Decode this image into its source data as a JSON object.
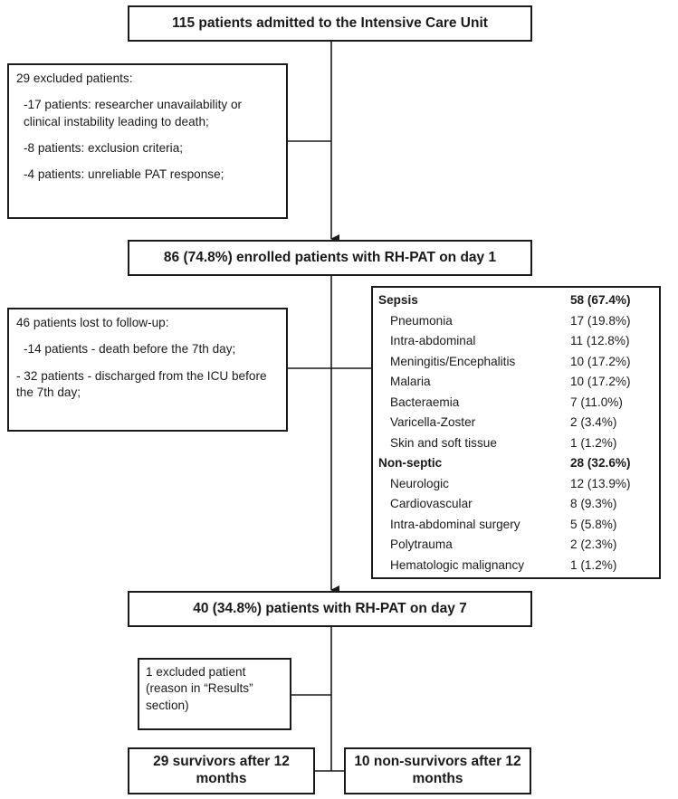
{
  "boxes": {
    "admitted": "115 patients admitted to the Intensive Care Unit",
    "enrolled": "86 (74.8%) enrolled patients with RH-PAT on day 1",
    "day7": "40 (34.8%) patients with RH-PAT on day 7",
    "survivors": "29 survivors after 12 months",
    "non_survivors": "10 non-survivors after 12 months"
  },
  "excluded_initial": {
    "title": "29 excluded patients:",
    "items": [
      "-17 patients: researcher unavailability or clinical instability leading to death;",
      "-8 patients: exclusion criteria;",
      "-4 patients: unreliable PAT response;"
    ]
  },
  "lost_followup": {
    "title": "46 patients lost to follow-up:",
    "items": [
      "-14 patients - death before the 7th day;",
      "- 32 patients - discharged from the ICU before the 7th day;"
    ]
  },
  "excluded_day7": {
    "text": "1 excluded patient (reason in “Results” section)"
  },
  "diagnosis_table": {
    "groups": [
      {
        "label": "Sepsis",
        "value": "58 (67.4%)",
        "items": [
          {
            "label": "Pneumonia",
            "value": "17 (19.8%)"
          },
          {
            "label": "Intra-abdominal",
            "value": "11 (12.8%)"
          },
          {
            "label": "Meningitis/Encephalitis",
            "value": "10 (17.2%)"
          },
          {
            "label": "Malaria",
            "value": "10 (17.2%)"
          },
          {
            "label": "Bacteraemia",
            "value": "7 (11.0%)"
          },
          {
            "label": "Varicella-Zoster",
            "value": "2 (3.4%)"
          },
          {
            "label": "Skin and soft tissue",
            "value": "1 (1.2%)"
          }
        ]
      },
      {
        "label": "Non-septic",
        "value": "28 (32.6%)",
        "items": [
          {
            "label": "Neurologic",
            "value": "12 (13.9%)"
          },
          {
            "label": "Cardiovascular",
            "value": "8 (9.3%)"
          },
          {
            "label": "Intra-abdominal surgery",
            "value": "5 (5.8%)"
          },
          {
            "label": "Polytrauma",
            "value": "2 (2.3%)"
          },
          {
            "label": "Hematologic malignancy",
            "value": "1 (1.2%)"
          }
        ]
      }
    ]
  },
  "colors": {
    "line": "#1a1a1a",
    "background": "#ffffff"
  }
}
